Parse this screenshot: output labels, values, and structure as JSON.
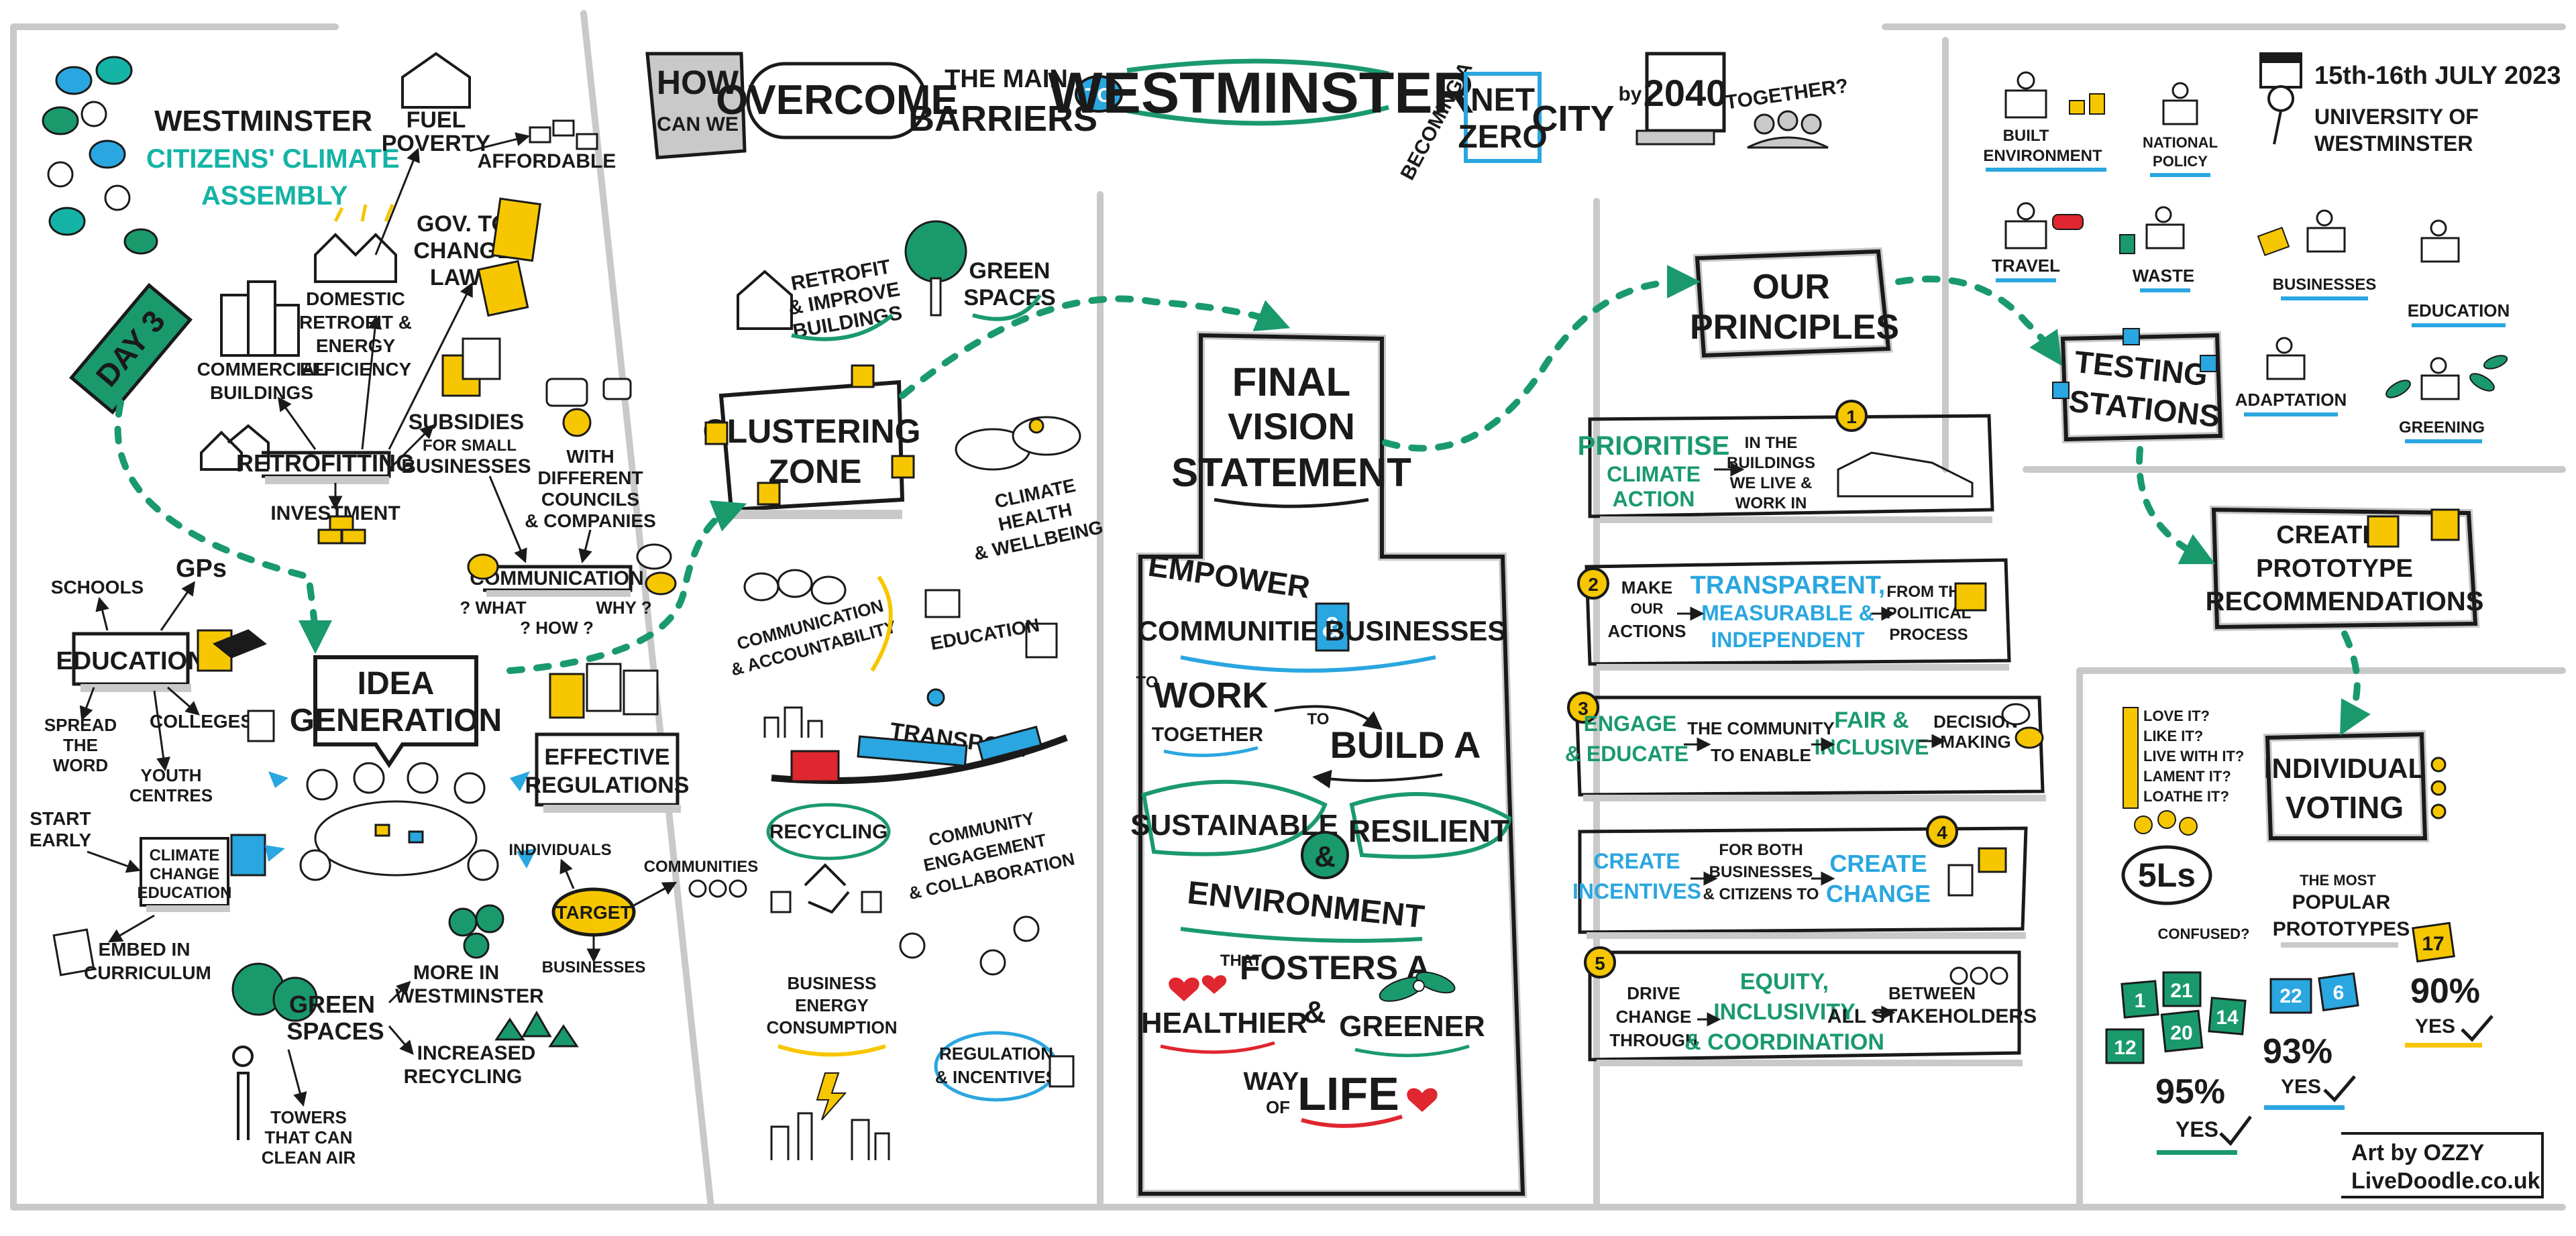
{
  "colors": {
    "ink": "#1a1a1a",
    "green": "#1a9a6c",
    "teal": "#14b3a6",
    "blue": "#2aa6e0",
    "yellow": "#f6c700",
    "red": "#e0262e",
    "grey": "#c9c9c9",
    "paper": "#ffffff"
  },
  "header": {
    "how": "HOW",
    "can_we": "CAN WE",
    "overcome": "OVERCOME",
    "the_main": "THE MAIN",
    "barriers": "BARRIERS",
    "to": "TO",
    "westminster": "WESTMINSTER",
    "becoming_a": "BECOMING A",
    "net": "NET",
    "zero": "ZERO",
    "city": "CITY",
    "by": "by",
    "year": "2040",
    "together": "TOGETHER?"
  },
  "event": {
    "date": "15th-16th JULY 2023",
    "venue_line1": "UNIVERSITY OF",
    "venue_line2": "WESTMINSTER"
  },
  "assembly": {
    "line1": "WESTMINSTER",
    "line2": "CITIZENS' CLIMATE",
    "line3": "ASSEMBLY",
    "day": "DAY 3"
  },
  "retrofit_map": {
    "fuel": "FUEL",
    "poverty": "POVERTY",
    "affordable": "AFFORDABLE",
    "domestic": [
      "DOMESTIC",
      "RETROFIT &",
      "ENERGY",
      "EFFICIENCY"
    ],
    "gov": [
      "GOV. TO",
      "CHANGE",
      "LAWS"
    ],
    "commercial": [
      "COMMERCIAL",
      "BUILDINGS"
    ],
    "retrofitting": "RETROFITTING",
    "investment": "INVESTMENT",
    "subsidies": [
      "SUBSIDIES",
      "FOR SMALL",
      "BUSINESSES"
    ],
    "councils": [
      "WITH",
      "DIFFERENT",
      "COUNCILS",
      "& COMPANIES"
    ],
    "communication": "COMMUNICATION",
    "what": "? WHAT",
    "how": "? HOW ?",
    "why": "WHY ?"
  },
  "education_map": {
    "schools": "SCHOOLS",
    "gps": "GPs",
    "education": "EDUCATION",
    "spread": [
      "SPREAD",
      "THE",
      "WORD"
    ],
    "colleges": "COLLEGES",
    "youth": [
      "YOUTH",
      "CENTRES"
    ],
    "start": [
      "START",
      "EARLY"
    ],
    "climate_ed": [
      "CLIMATE",
      "CHANGE",
      "EDUCATION"
    ],
    "embed": [
      "EMBED IN",
      "CURRICULUM"
    ]
  },
  "idea_generation": [
    "IDEA",
    "GENERATION"
  ],
  "regulations": [
    "EFFECTIVE",
    "REGULATIONS"
  ],
  "target": {
    "label": "TARGET",
    "individuals": "INDIVIDUALS",
    "communities": "COMMUNITIES",
    "businesses": "BUSINESSES"
  },
  "green_map": {
    "green_spaces": [
      "GREEN",
      "SPACES"
    ],
    "more": [
      "MORE IN",
      "WESTMINSTER"
    ],
    "recycling": [
      "INCREASED",
      "RECYCLING"
    ],
    "towers": [
      "TOWERS",
      "THAT CAN",
      "CLEAN AIR"
    ]
  },
  "clustering": {
    "retrofit": [
      "RETROFIT",
      "& IMPROVE",
      "BUILDINGS"
    ],
    "green": [
      "GREEN",
      "SPACES"
    ],
    "zone": [
      "CLUSTERING",
      "ZONE"
    ],
    "climate": [
      "CLIMATE",
      "HEALTH",
      "& WELLBEING"
    ],
    "comm": [
      "COMMUNICATION",
      "& ACCOUNTABILITY"
    ],
    "education": "EDUCATION",
    "transport": "TRANSPORT",
    "recycling": "RECYCLING",
    "community": [
      "COMMUNITY",
      "ENGAGEMENT",
      "& COLLABORATION"
    ],
    "energy": [
      "BUSINESS",
      "ENERGY",
      "CONSUMPTION"
    ],
    "regulation": [
      "REGULATION",
      "& INCENTIVES"
    ]
  },
  "vision": {
    "title": [
      "FINAL",
      "VISION",
      "STATEMENT"
    ],
    "empower": "EMPOWER",
    "communities": "COMMUNITIES",
    "amp": "&",
    "businesses": "BUSINESSES",
    "to1": "TO",
    "work": "WORK",
    "together": "TOGETHER",
    "to2": "TO",
    "build": "BUILD A",
    "sustainable": "SUSTAINABLE",
    "resilient": "RESILIENT",
    "environment": "ENVIRONMENT",
    "that": "THAT",
    "fosters": "FOSTERS A",
    "healthier": "HEALTHIER",
    "and": "&",
    "greener": "GREENER",
    "way": "WAY",
    "of": "OF",
    "life": "LIFE"
  },
  "principles": {
    "title": [
      "OUR",
      "PRINCIPLES"
    ],
    "p1": {
      "num": "1",
      "a": [
        "PRIORITISE",
        "CLIMATE",
        "ACTION"
      ],
      "b": [
        "IN THE",
        "BUILDINGS",
        "WE LIVE &",
        "WORK IN"
      ]
    },
    "p2": {
      "num": "2",
      "a": [
        "MAKE",
        "OUR",
        "ACTIONS"
      ],
      "b": [
        "TRANSPARENT,",
        "MEASURABLE &",
        "INDEPENDENT"
      ],
      "c": [
        "FROM THE",
        "POLITICAL",
        "PROCESS"
      ]
    },
    "p3": {
      "num": "3",
      "a": [
        "ENGAGE",
        "& EDUCATE"
      ],
      "b": [
        "THE COMMUNITY",
        "TO ENABLE"
      ],
      "c": [
        "FAIR &",
        "INCLUSIVE"
      ],
      "d": [
        "DECISION",
        "MAKING"
      ]
    },
    "p4": {
      "num": "4",
      "a": [
        "CREATE",
        "INCENTIVES"
      ],
      "b": [
        "FOR BOTH",
        "BUSINESSES",
        "& CITIZENS TO"
      ],
      "c": [
        "CREATE",
        "CHANGE"
      ]
    },
    "p5": {
      "num": "5",
      "a": [
        "DRIVE",
        "CHANGE",
        "THROUGH"
      ],
      "b": [
        "EQUITY,",
        "INCLUSIVITY",
        "& COORDINATION"
      ],
      "c": [
        "BETWEEN",
        "ALL STAKEHOLDERS"
      ]
    }
  },
  "stations": {
    "built": [
      "BUILT",
      "ENVIRONMENT"
    ],
    "national": [
      "NATIONAL",
      "POLICY"
    ],
    "travel": "TRAVEL",
    "waste": "WASTE",
    "businesses": "BUSINESSES",
    "education": "EDUCATION",
    "testing": [
      "TESTING",
      "STATIONS"
    ],
    "adaptation": "ADAPTATION",
    "greening": "GREENING"
  },
  "prototype": [
    "CREATE",
    "PROTOTYPE",
    "RECOMMENDATIONS"
  ],
  "voting": {
    "title": [
      "INDIVIDUAL",
      "VOTING"
    ],
    "scale": [
      "LOVE IT?",
      "LIKE IT?",
      "LIVE WITH IT?",
      "LAMENT IT?",
      "LOATHE IT?"
    ],
    "fivels": "5Ls",
    "confused": "CONFUSED?",
    "popular": [
      "THE MOST",
      "POPULAR",
      "PROTOTYPES"
    ],
    "green_cards": [
      "1",
      "21",
      "12",
      "20",
      "14"
    ],
    "pct1": "95%",
    "yes1": "YES",
    "blue_cards": [
      "22",
      "6"
    ],
    "pct2": "93%",
    "yes2": "YES",
    "yellow_card": "17",
    "pct3": "90%",
    "yes3": "YES"
  },
  "credit": {
    "line1": "Art by OZZY",
    "line2": "LiveDoodle.co.uk"
  }
}
